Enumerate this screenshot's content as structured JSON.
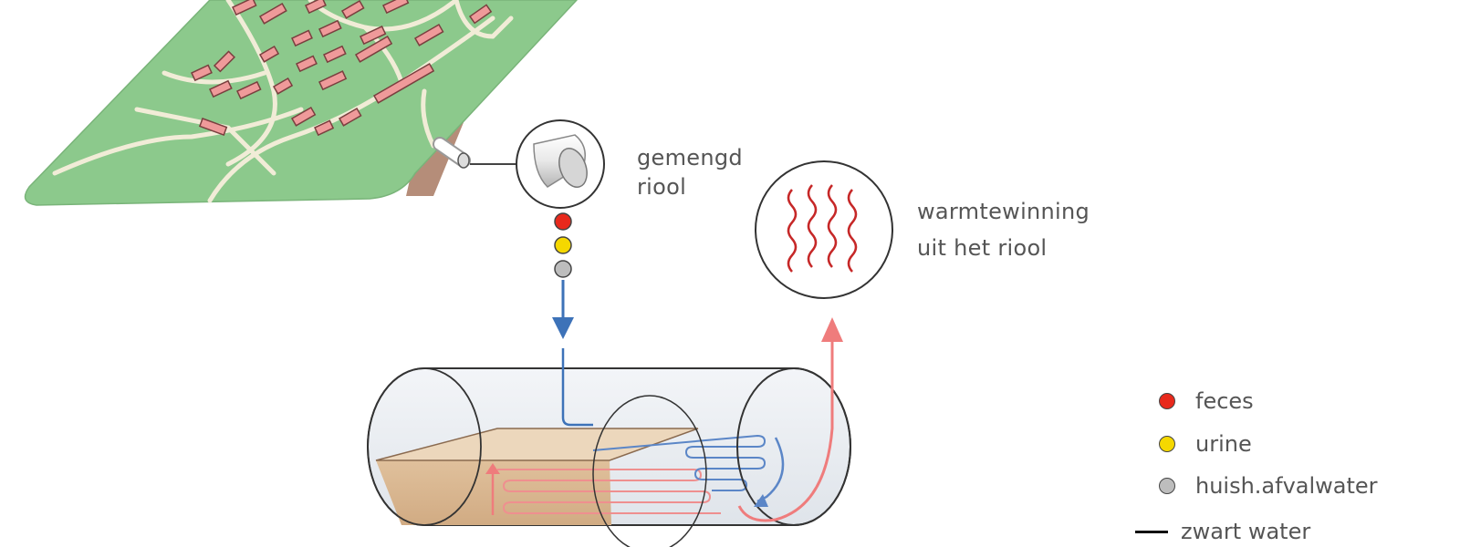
{
  "labels": {
    "mixed_sewer": [
      "gemengd",
      "riool"
    ],
    "heat_recovery": [
      "warmtewinning",
      "uit het riool"
    ]
  },
  "legend": [
    {
      "name": "feces",
      "color": "#e8291c",
      "kind": "dot"
    },
    {
      "name": "urine",
      "color": "#f5d800",
      "kind": "dot"
    },
    {
      "name": "huish.afvalwater",
      "color": "#bdbdbd",
      "kind": "dot"
    },
    {
      "name": "zwart water",
      "color": "#111111",
      "kind": "line"
    }
  ],
  "colors": {
    "land": "#8cc98c",
    "roads": "#f1ecd7",
    "buildings": "#ef9a9a",
    "soil_cut": "#b58d79",
    "flow_down": "#3d72b8",
    "flow_heat": "#ef7c7c",
    "heat_waves": "#c62828",
    "sludge": "#ddbf9c"
  }
}
